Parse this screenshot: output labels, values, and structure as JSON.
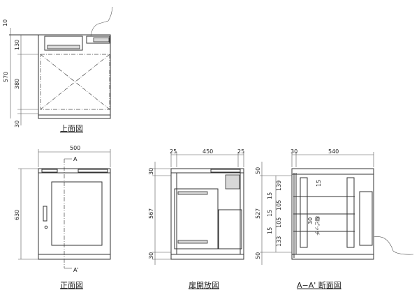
{
  "top_view": {
    "caption": "上面図",
    "dims": {
      "top": "10",
      "total": "570",
      "upper": "130",
      "middle": "380",
      "bottom": "30"
    }
  },
  "front_view": {
    "caption": "正面図",
    "dims": {
      "width": "500",
      "height": "630"
    },
    "section_mark_top": "A",
    "section_mark_bottom": "A'"
  },
  "open_view": {
    "caption": "扉開放図",
    "dims": {
      "left": "25",
      "inner": "450",
      "right": "25",
      "top": "30",
      "middle": "567",
      "bottom": "30"
    }
  },
  "section_view": {
    "caption": "A−A' 断面図",
    "dims": {
      "door": "30",
      "depth": "540",
      "top": "50",
      "inner": "527",
      "bottom": "50",
      "pitch_top": "139",
      "gap1": "15",
      "pitch1": "105",
      "gap2": "15",
      "pitch2": "105",
      "gap3": "15",
      "pitch_bottom": "133",
      "rail_step": "15",
      "shelf_offset": "30"
    },
    "shelf_pitch_label": "棚ピッチ"
  }
}
